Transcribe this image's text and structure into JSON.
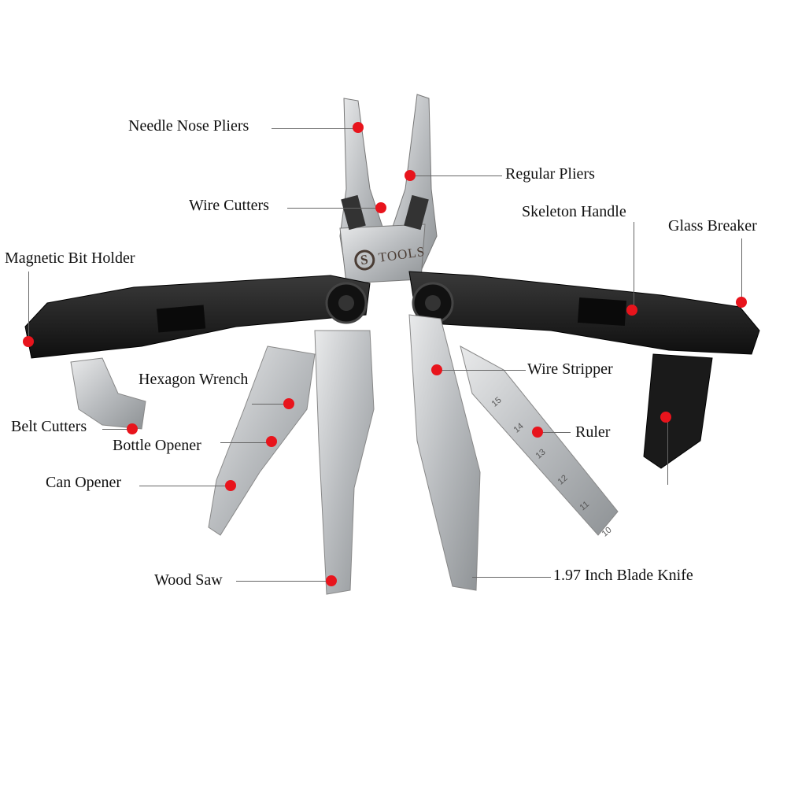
{
  "labels": {
    "needle_nose_pliers": "Needle Nose Pliers",
    "regular_pliers": "Regular Pliers",
    "wire_cutters": "Wire Cutters",
    "skeleton_handle": "Skeleton Handle",
    "glass_breaker": "Glass Breaker",
    "magnetic_bit_holder": "Magnetic Bit Holder",
    "hexagon_wrench": "Hexagon Wrench",
    "wire_stripper": "Wire Stripper",
    "belt_cutters": "Belt Cutters",
    "bottle_opener": "Bottle Opener",
    "ruler": "Ruler",
    "can_opener": "Can Opener",
    "wood_saw": "Wood Saw",
    "blade_knife": "1.97 Inch Blade Knife"
  },
  "logo": {
    "text": "TOOLS",
    "mark": "S"
  },
  "ruler_marks": [
    "15",
    "14",
    "13",
    "12",
    "11",
    "10"
  ],
  "colors": {
    "marker": "#e8141c",
    "handle": "#1b1b1b",
    "steel": "#c9cbcd"
  }
}
